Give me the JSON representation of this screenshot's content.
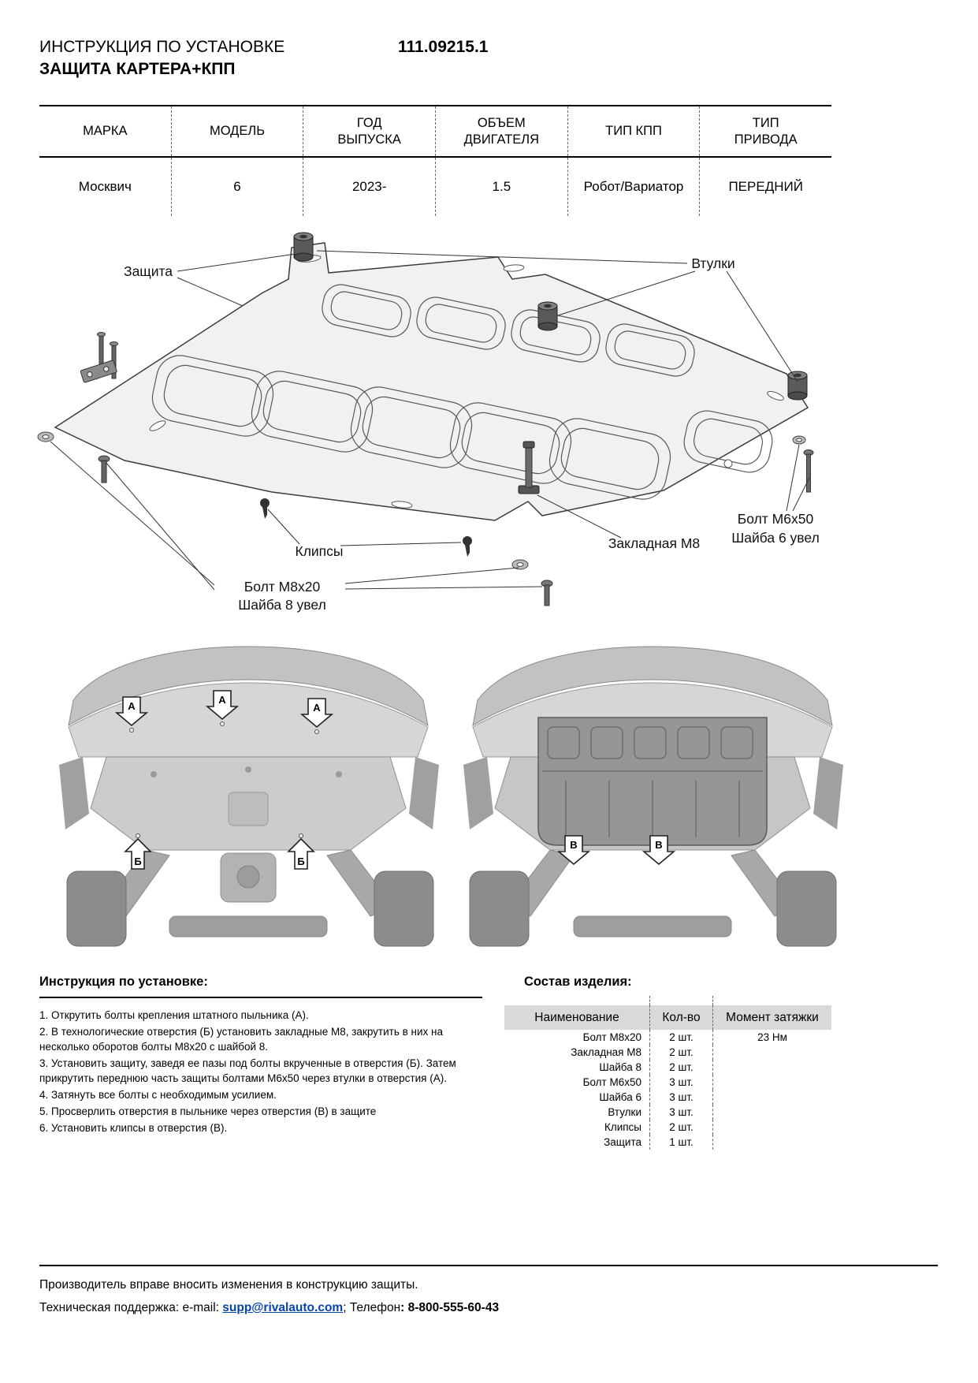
{
  "header": {
    "title_line1": "ИНСТРУКЦИЯ ПО УСТАНОВКЕ",
    "title_line2": "ЗАЩИТА КАРТЕРА+КПП",
    "part_number": "111.09215.1"
  },
  "spec_table": {
    "headers": [
      "МАРКА",
      "МОДЕЛЬ",
      "ГОД\nВЫПУСКА",
      "ОБЪЕМ\nДВИГАТЕЛЯ",
      "ТИП КПП",
      "ТИП\nПРИВОДА"
    ],
    "values": [
      "Москвич",
      "6",
      "2023-",
      "1.5",
      "Робот/Вариатор",
      "ПЕРЕДНИЙ"
    ]
  },
  "diagram": {
    "label_shield": "Защита",
    "label_bushings": "Втулки",
    "label_clips": "Клипсы",
    "label_bolt_m8_line1": "Болт М8х20",
    "label_bolt_m8_line2": "Шайба 8 увел",
    "label_embed": "Закладная М8",
    "label_bolt_m6_line1": "Болт М6х50",
    "label_bolt_m6_line2": "Шайба 6 увел"
  },
  "markers": {
    "a": "А",
    "b": "Б",
    "v": "В"
  },
  "instructions": {
    "title": "Инструкция по установке:",
    "steps": [
      "1. Открутить болты крепления штатного пыльника (А).",
      "2. В технологические отверстия (Б) установить закладные М8, закрутить в них на несколько оборотов болты М8х20 с шайбой 8.",
      "3. Установить защиту, заведя ее пазы под болты вкрученные в отверстия (Б). Затем прикрутить переднюю часть защиты болтами М6х50 через втулки в отверстия (А).",
      "4. Затянуть все болты с необходимым усилием.",
      "5. Просверлить отверстия в пыльнике через отверстия (В) в защите",
      "6. Установить клипсы в отверстия (В)."
    ]
  },
  "parts": {
    "title": "Состав изделия:",
    "col_name": "Наименование",
    "col_qty": "Кол-во",
    "col_torque": "Момент затяжки",
    "rows": [
      {
        "name": "Болт М8х20",
        "qty": "2 шт.",
        "torque": "23 Нм"
      },
      {
        "name": "Закладная М8",
        "qty": "2 шт.",
        "torque": ""
      },
      {
        "name": "Шайба 8",
        "qty": "2 шт.",
        "torque": ""
      },
      {
        "name": "Болт М6х50",
        "qty": "3 шт.",
        "torque": ""
      },
      {
        "name": "Шайба 6",
        "qty": "3 шт.",
        "torque": ""
      },
      {
        "name": "Втулки",
        "qty": "3 шт.",
        "torque": ""
      },
      {
        "name": "Клипсы",
        "qty": "2 шт.",
        "torque": ""
      },
      {
        "name": "Защита",
        "qty": "1 шт.",
        "torque": ""
      }
    ]
  },
  "footer": {
    "note": "Производитель вправе вносить изменения в конструкцию защиты.",
    "support_label": "Техническая поддержка:  e-mail: ",
    "email": "supp@rivalauto.com",
    "after_email": "; ",
    "phone_label": "Телефон",
    "phone_value": ": 8-800-555-60-43"
  }
}
